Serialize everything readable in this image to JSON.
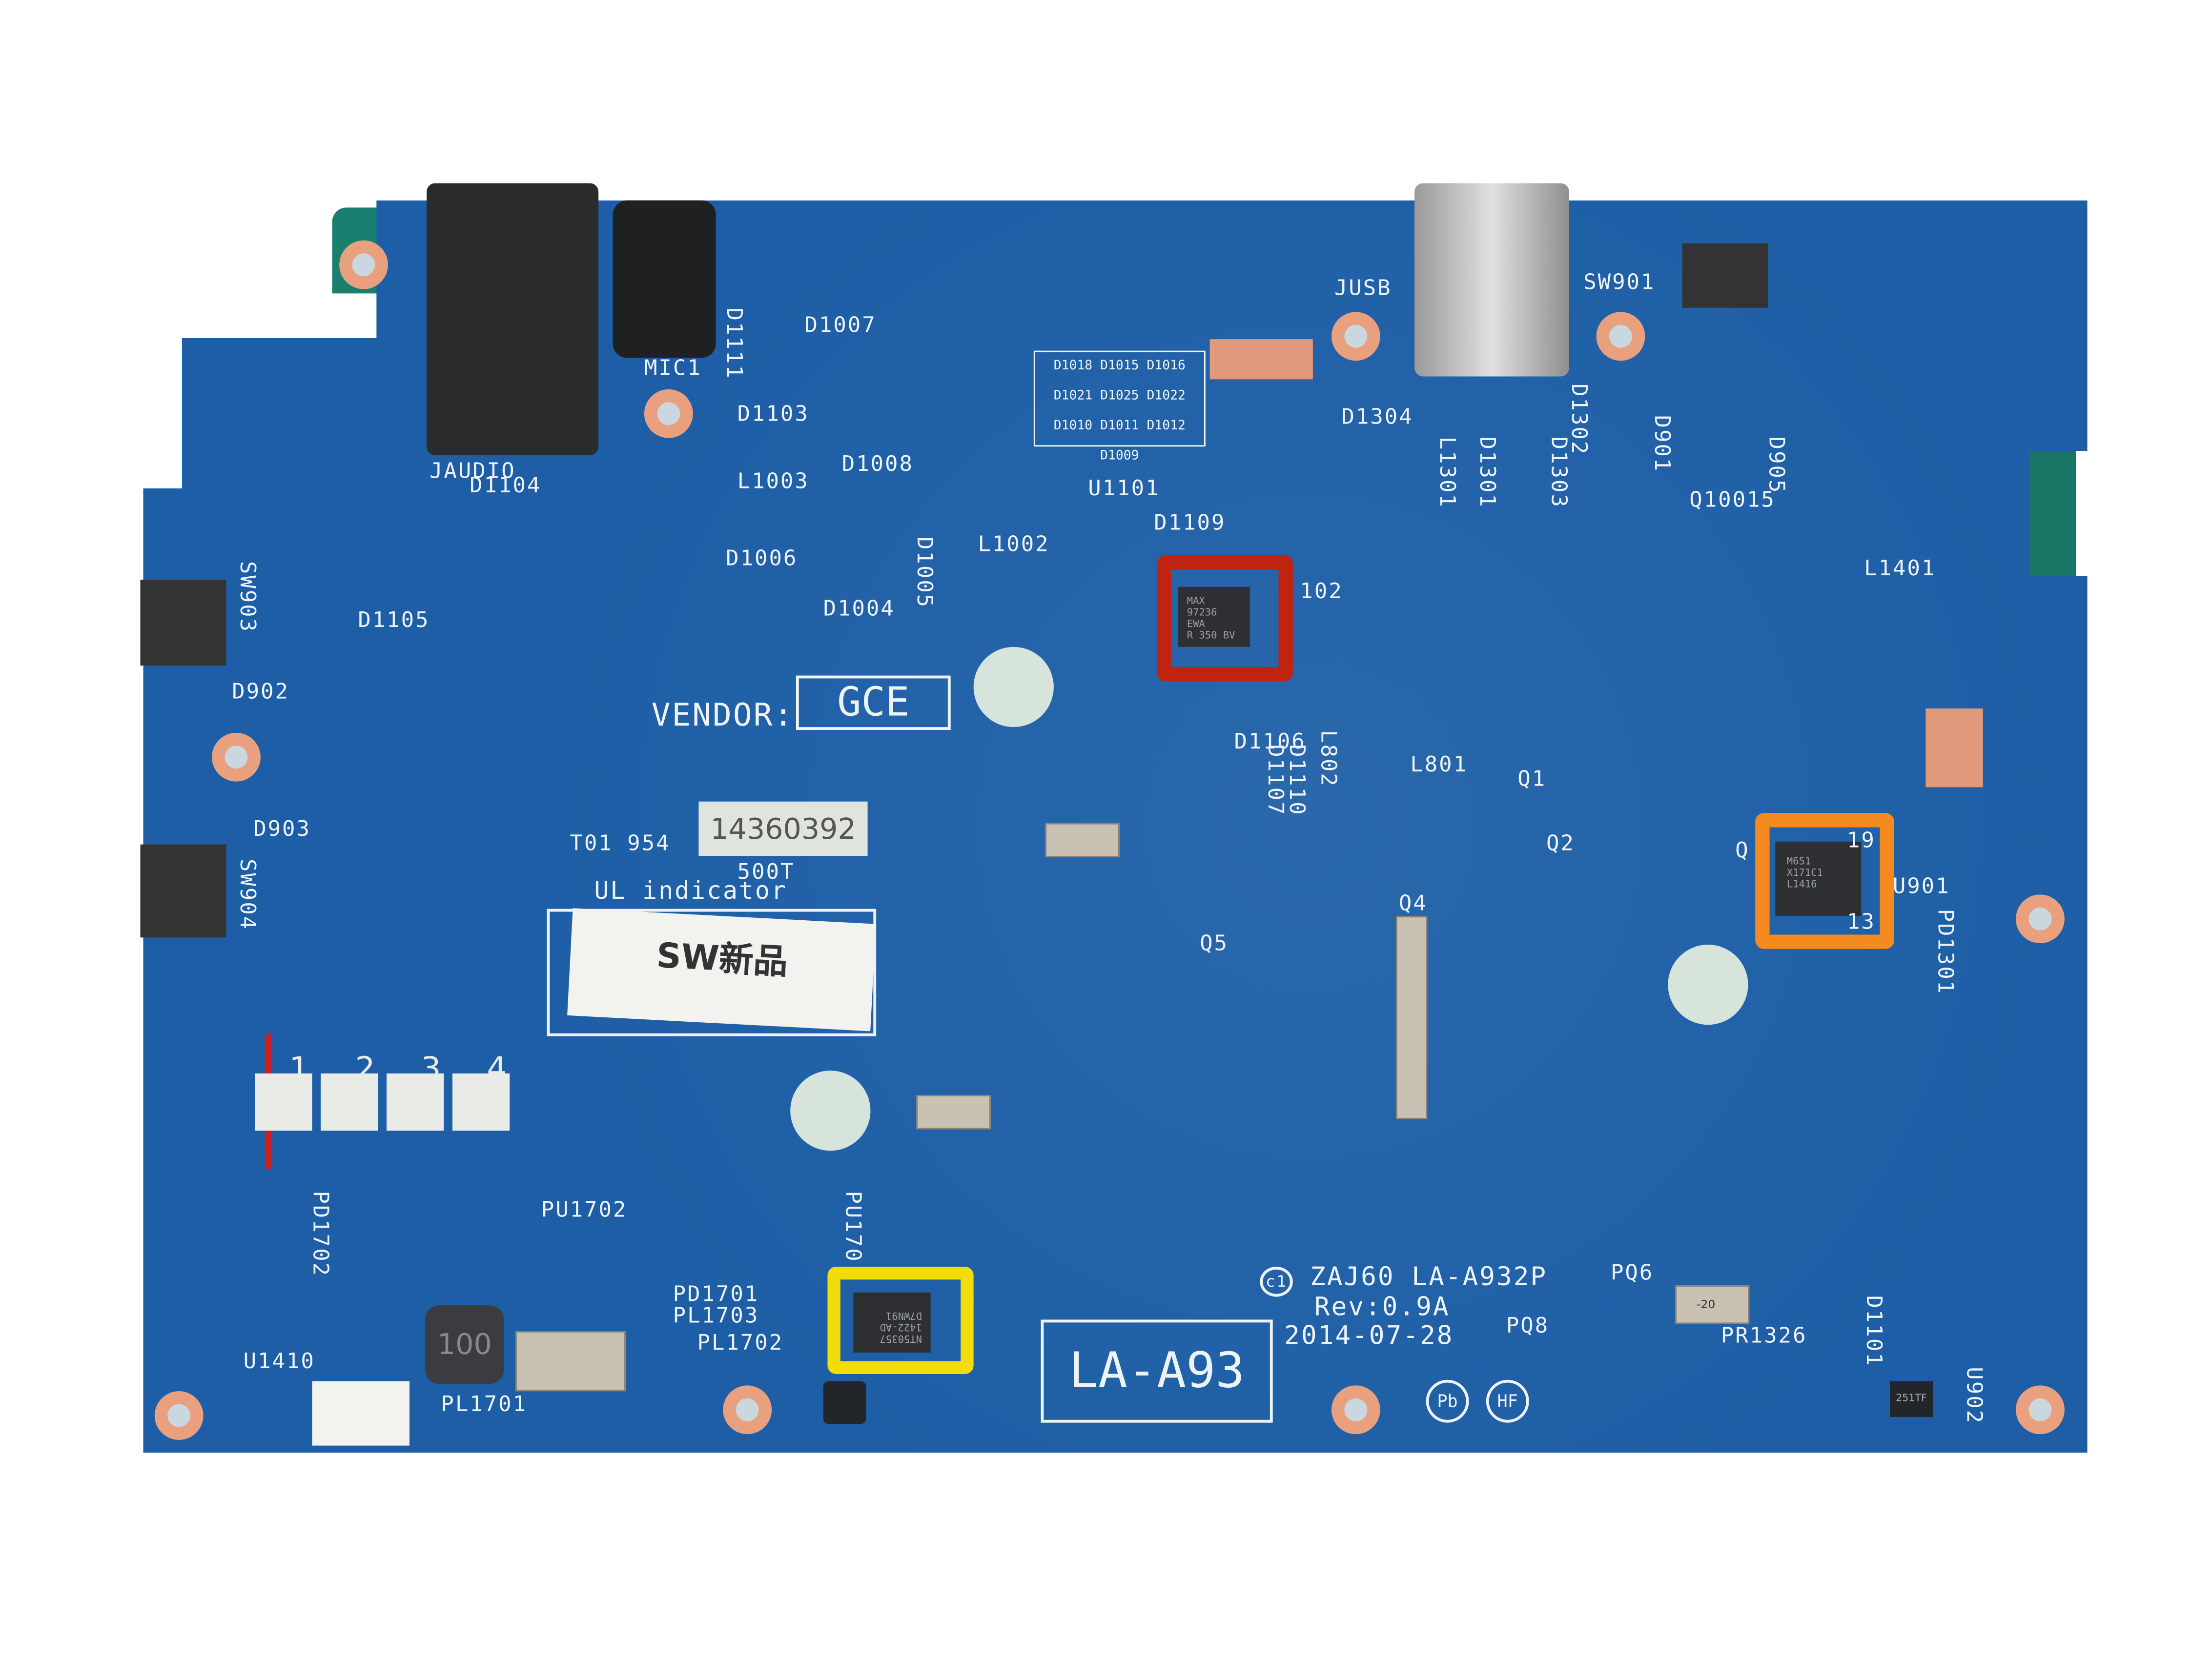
{
  "board": {
    "color": "#1d5ea6",
    "silkscreen": {
      "jaudio": "JAUDIO",
      "mic1": "MIC1",
      "d1111": "D1111",
      "d1007": "D1007",
      "d1103": "D1103",
      "d1104": "D1104",
      "l1003": "L1003",
      "d1008": "D1008",
      "d1006": "D1006",
      "d1004": "D1004",
      "d1005": "D1005",
      "l1002": "L1002",
      "u1101": "U1101",
      "d1109": "D1109",
      "n102": "102",
      "dblock1": "D1018 D1015 D1016",
      "dblock2": "D1021 D1025 D1022",
      "dblock3": "D1010 D1011 D1012 D1009",
      "jusb": "JUSB",
      "sw901": "SW901",
      "d1304": "D1304",
      "l1301": "L1301",
      "d1301": "D1301",
      "d1302": "D1302",
      "d1303": "D1303",
      "d901": "D901",
      "d905": "D905",
      "q1001": "Q10015",
      "l1401": "L1401",
      "sw903": "SW903",
      "d1105": "D1105",
      "d902": "D902",
      "vendor": "VENDOR:",
      "gce": "GCE",
      "d903": "D903",
      "sw904": "SW904",
      "t01": "T01 954",
      "s500t": "500T",
      "ul": "UL indicator",
      "d1106": "D1106",
      "l802": "L802",
      "d1110": "D1110",
      "d1107": "D1107",
      "l801": "L801",
      "q1": "Q1",
      "q2": "Q2",
      "q3": "Q",
      "q5": "Q5",
      "q4": "Q4",
      "u901": "U901",
      "n19": "19",
      "n13": "13",
      "pd1301": "PD1301",
      "pd1702": "PD1702",
      "pu1702": "PU1702",
      "pu1701": "PU170",
      "pd1701": "PD1701",
      "pl1703": "PL1703",
      "pl1702": "PL1702",
      "u1410": "U1410",
      "pl1701": "PL1701",
      "la_a93": "LA-A93",
      "zaj60": "ZAJ60 LA-A932P",
      "rev": "Rev:0.9A",
      "date": "2014-07-28",
      "pq6": "PQ6",
      "pq8": "PQ8",
      "pr1326": "PR1326",
      "d1101": "D1101",
      "u902": "U902",
      "pb": "Pb",
      "hf": "HF",
      "c1": "c1",
      "pads": [
        "1",
        "2",
        "3",
        "4"
      ]
    },
    "stickers": {
      "serial": "14360392",
      "sw": "SW新品"
    },
    "chips": {
      "max": [
        "MAX",
        "97236",
        "EWA",
        "R 350 BV"
      ],
      "m651": [
        "M651",
        "X171C1",
        "L1416"
      ],
      "nt": [
        "NT50357",
        "1422-AD",
        "D7WN91"
      ],
      "inductor": "100",
      "u902": "251TF",
      "pr": "-20"
    },
    "highlights": {
      "red": "#c0230f",
      "orange": "#f58a1f",
      "yellow": "#f2dc0a"
    }
  }
}
